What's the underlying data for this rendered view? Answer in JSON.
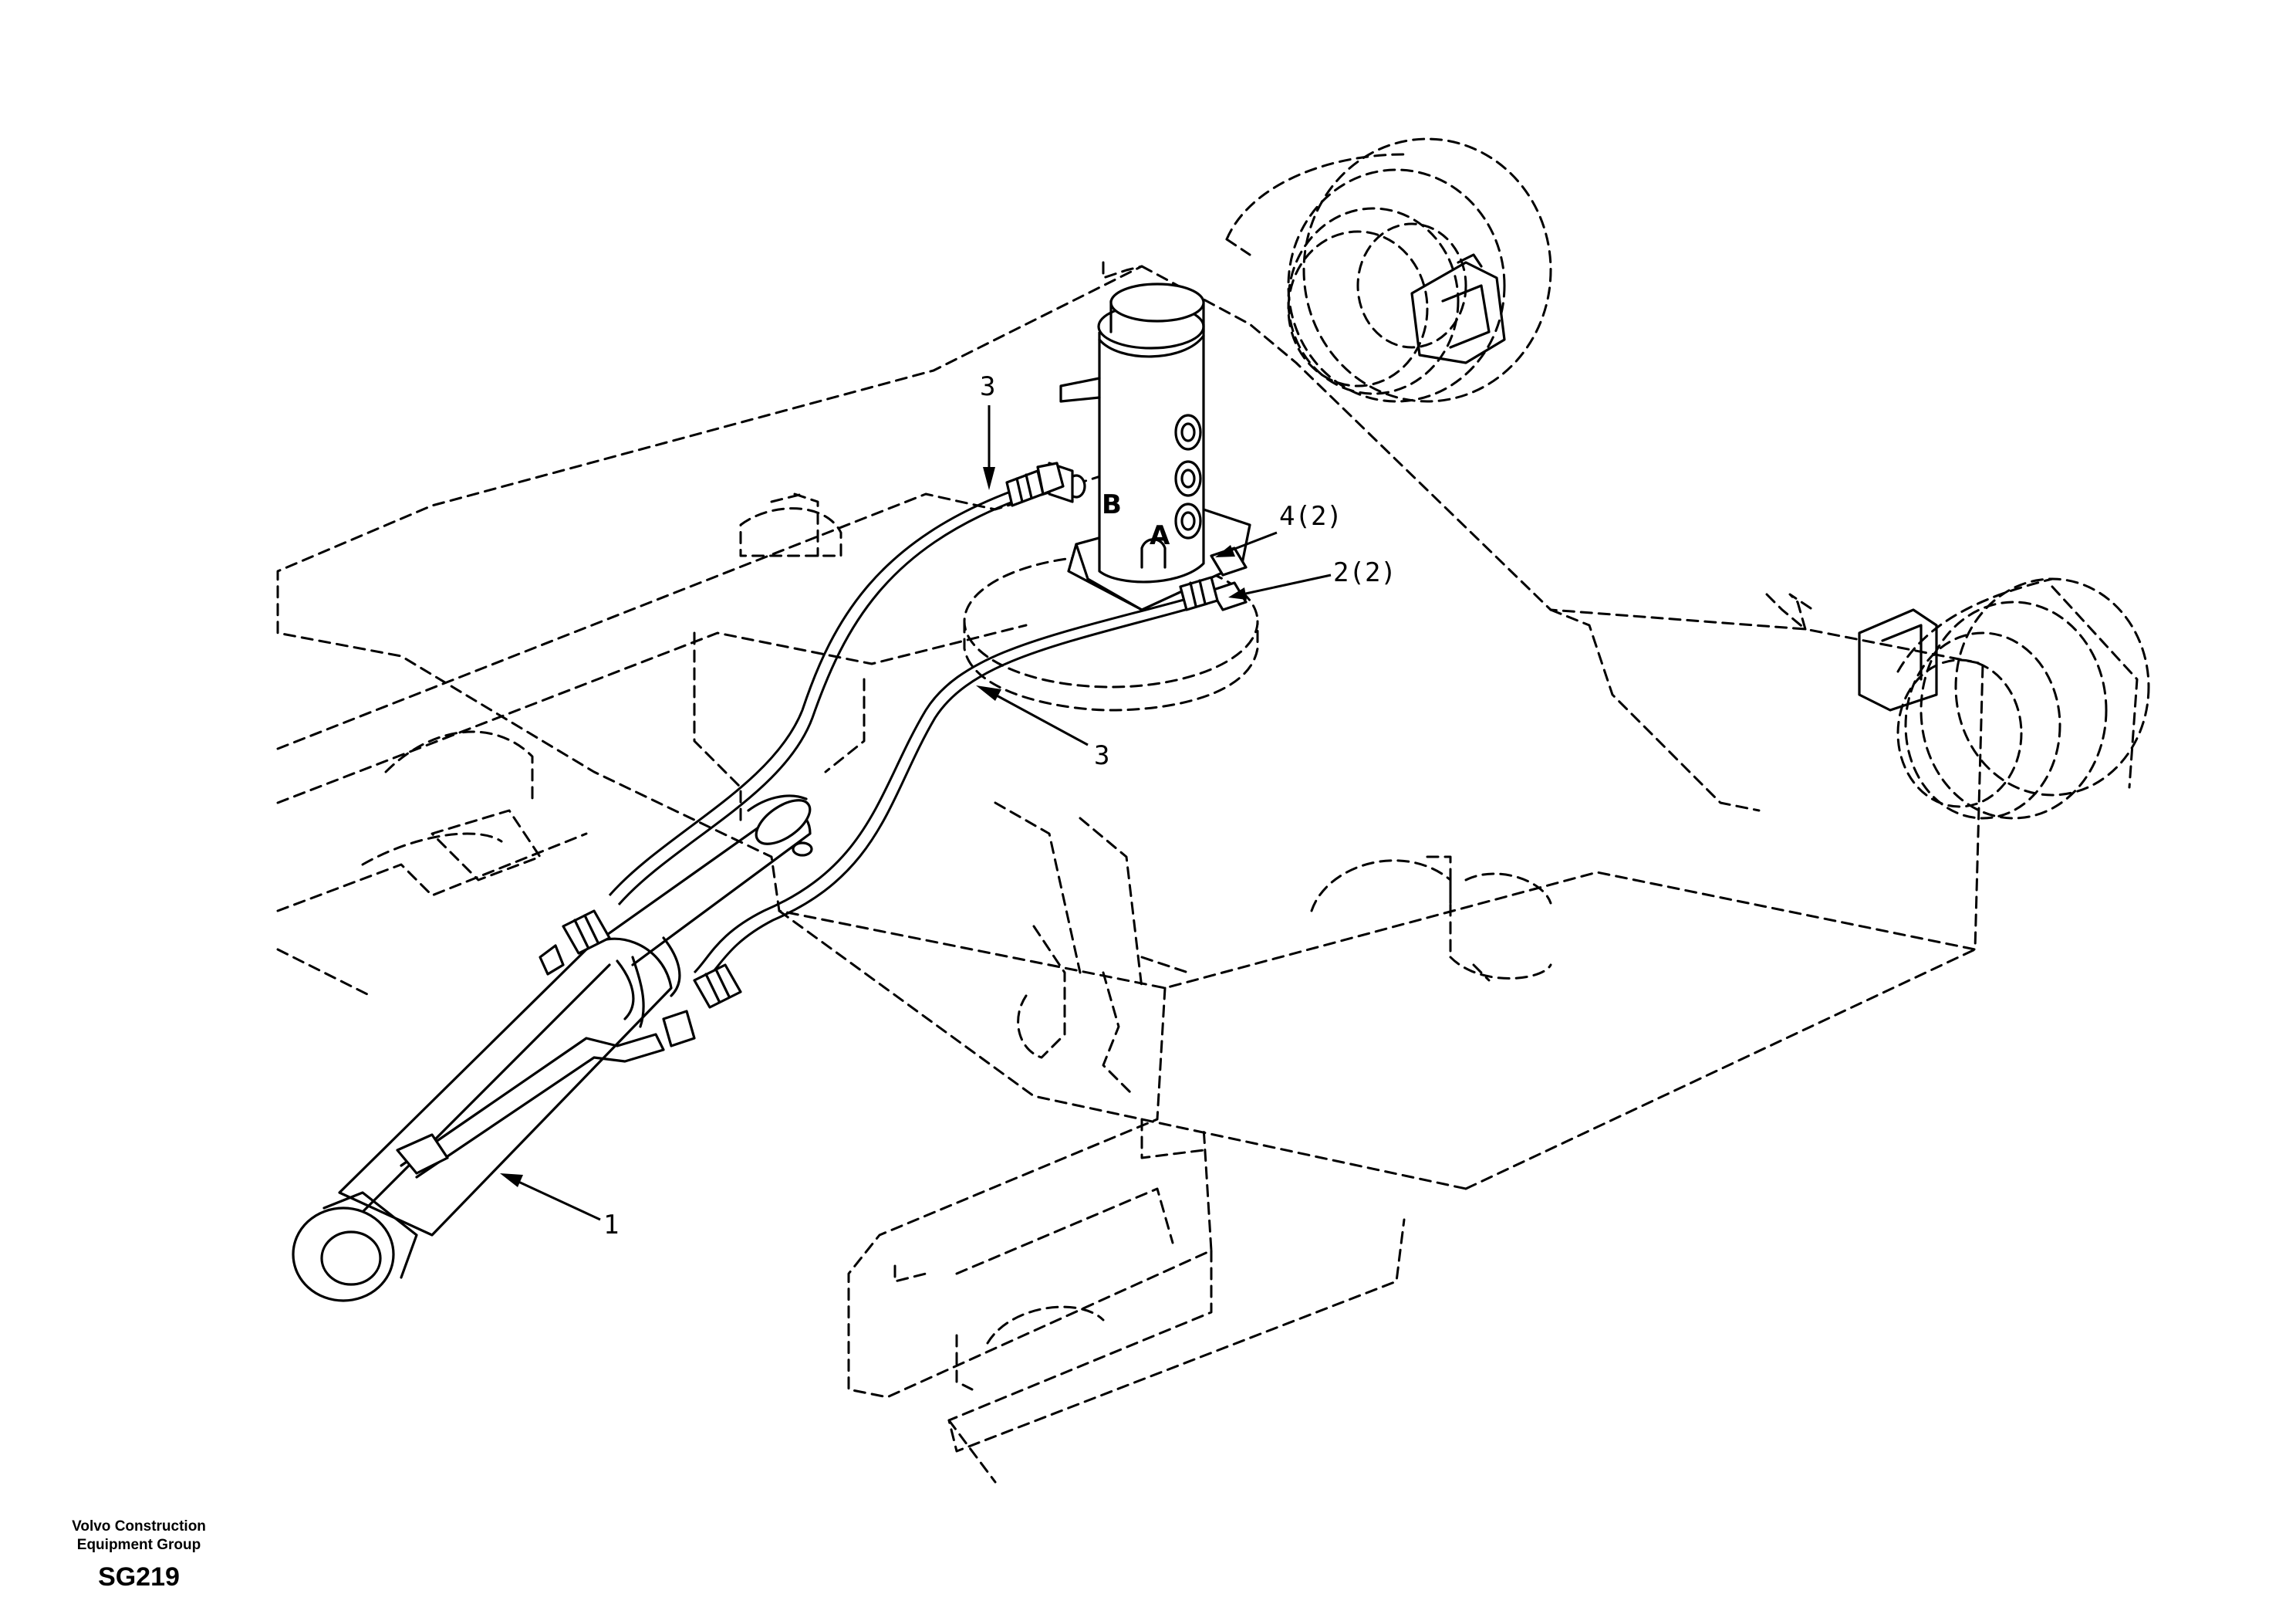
{
  "callouts": {
    "c1": "1",
    "c2": "2(2)",
    "c3_top": "3",
    "c3_mid": "3",
    "c4": "4(2)"
  },
  "ports": {
    "a": "A",
    "b": "B"
  },
  "footer": {
    "company_line1": "Volvo Construction",
    "company_line2": "Equipment Group",
    "drawing_code": "SG219"
  }
}
